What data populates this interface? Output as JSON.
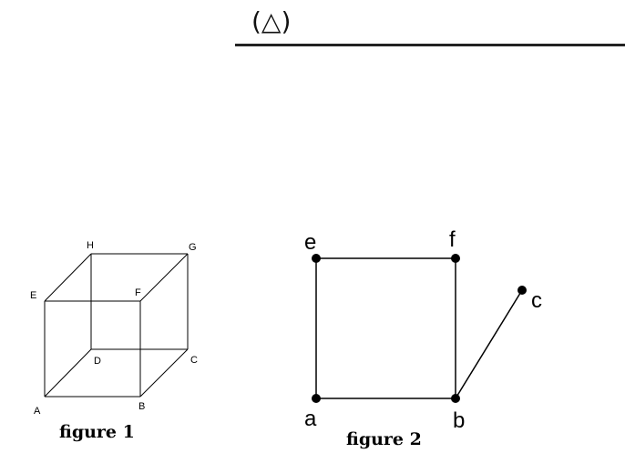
{
  "header": {
    "mark": "(△)"
  },
  "figure1": {
    "caption": "figure 1",
    "vertices": {
      "A": "A",
      "B": "B",
      "C": "C",
      "D": "D",
      "E": "E",
      "F": "F",
      "G": "G",
      "H": "H"
    }
  },
  "figure2": {
    "caption": "figure 2",
    "vertices": {
      "a": "a",
      "b": "b",
      "c": "c",
      "e": "e",
      "f": "f"
    }
  },
  "colors": {
    "ink": "#000000",
    "rule": "#222222"
  }
}
